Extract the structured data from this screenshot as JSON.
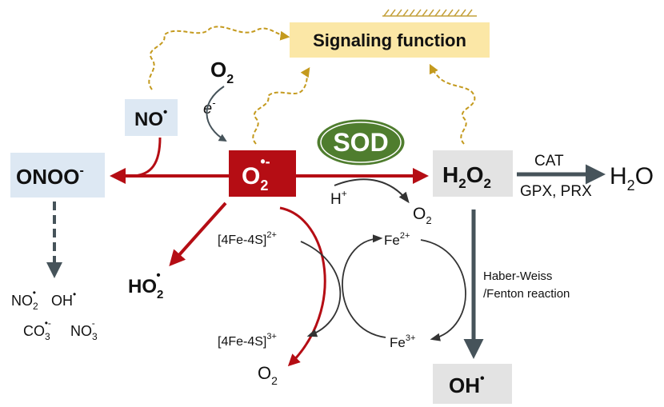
{
  "nodes": {
    "signaling": "Signaling function",
    "o2_top": "O",
    "o2_top_sub": "2",
    "electron": "e",
    "electron_sup": "-",
    "no": "NO",
    "radical_dot": "•",
    "superoxide": "O",
    "superoxide_sub": "2",
    "superoxide_sup": "•-",
    "sod": "SOD",
    "onoo": "ONOO",
    "onoo_sup": "-",
    "h2o2_h1": "H",
    "h2o2_sub1": "2",
    "h2o2_o": "O",
    "h2o2_sub2": "2",
    "cat": "CAT",
    "gpx_prx": "GPX, PRX",
    "h2o_h": "H",
    "h2o_sub": "2",
    "h2o_o": "O",
    "h_plus": "H",
    "h_plus_sup": "+",
    "o2_right": "O",
    "o2_right_sub": "2",
    "ho2": "HO",
    "ho2_sub": "2",
    "fe4s4_2": "[4Fe-4S]",
    "fe4s4_2_sup": "2+",
    "fe4s4_3": "[4Fe-4S]",
    "fe4s4_3_sup": "3+",
    "fe2": "Fe",
    "fe2_sup": "2+",
    "fe3": "Fe",
    "fe3_sup": "3+",
    "haber_weiss": "Haber-Weiss",
    "fenton": "/Fenton reaction",
    "o2_bottom": "O",
    "o2_bottom_sub": "2",
    "oh": "OH",
    "products": {
      "no2": "NO",
      "no2_sub": "2",
      "oh": "OH",
      "co3": "CO",
      "co3_sub": "3",
      "co3_sup": "•-",
      "no3": "NO",
      "no3_sub": "3",
      "no3_sup": "-"
    }
  },
  "colors": {
    "red": "#b50d14",
    "dark_arrow": "#46535a",
    "dashed_gold": "#c49a1e",
    "signaling_bg": "#fbe7a6",
    "signaling_hatch": "#c4a03a",
    "label_box": "#dde8f3",
    "gray_box": "#e3e3e3",
    "sod_green": "#4f7d2e",
    "text": "#111111"
  }
}
